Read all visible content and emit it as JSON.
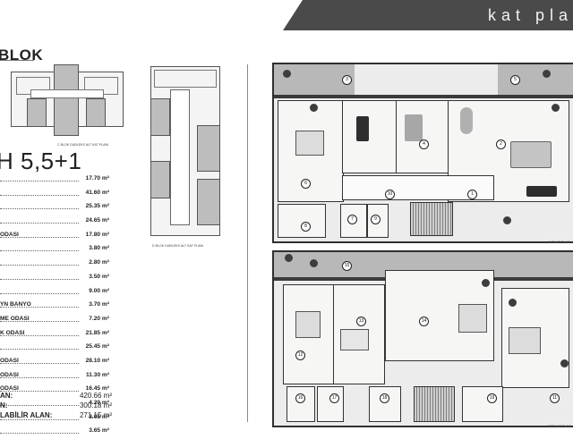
{
  "header": {
    "banner_text": "kat pla"
  },
  "block": {
    "title": "BLOK",
    "unit_type": "H 5,5+1"
  },
  "key_plans": [
    {
      "caption": "C BLOK DUBLEKS ALT KAT PLANI"
    },
    {
      "caption": "D BLOK DUBLEKS ALT KAT PLANI"
    }
  ],
  "rooms": [
    {
      "label": "",
      "value": "17.70 m²"
    },
    {
      "label": "",
      "value": "41.60 m²"
    },
    {
      "label": "",
      "value": "25.35 m²"
    },
    {
      "label": "",
      "value": "24.65 m²"
    },
    {
      "label": "ODASI",
      "value": "17.80 m²"
    },
    {
      "label": "",
      "value": "3.80 m²"
    },
    {
      "label": "",
      "value": "2.80 m²"
    },
    {
      "label": "",
      "value": "3.50 m²"
    },
    {
      "label": "",
      "value": "9.00 m²"
    },
    {
      "label": "YN BANYO",
      "value": "3.70 m²"
    },
    {
      "label": "ME ODASI",
      "value": "7.20 m²"
    },
    {
      "label": "K ODASI",
      "value": "21.85 m²"
    },
    {
      "label": "",
      "value": "25.45 m²"
    },
    {
      "label": "ODASI",
      "value": "28.10 m²"
    },
    {
      "label": "ODASI",
      "value": "11.30 m²"
    },
    {
      "label": "ODASI",
      "value": "16.45 m²"
    },
    {
      "label": "",
      "value": "4.20 m²"
    },
    {
      "label": "",
      "value": "3.05 m²"
    },
    {
      "label": "",
      "value": "3.65 m²"
    }
  ],
  "totals": [
    {
      "label": "AN:",
      "value": "420.66 m²"
    },
    {
      "label": "N:",
      "value": "300.18 m²"
    },
    {
      "label": "LABİLİR ALAN:",
      "value": "271.15 m²"
    }
  ],
  "plans": [
    {
      "caption": "ALT KAT PLANI"
    },
    {
      "caption": "ÜST KAT PLANI"
    }
  ],
  "room_numbers_lower": [
    "1",
    "2",
    "3",
    "4",
    "5",
    "6",
    "7",
    "8",
    "9",
    "10"
  ],
  "room_numbers_upper": [
    "11",
    "12",
    "13",
    "14",
    "15",
    "16",
    "17",
    "18",
    "19"
  ]
}
